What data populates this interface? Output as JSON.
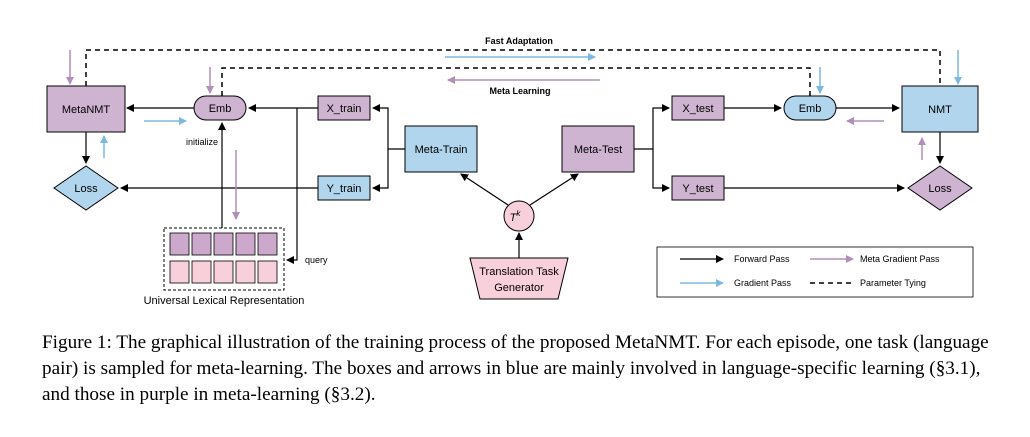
{
  "colors": {
    "purple": "#d5bad5",
    "purple_arrow": "#b08fb8",
    "blue": "#b1d5ec",
    "blue_arrow": "#7cb8e0",
    "pink": "#f8d0dc",
    "mauve": "#cba8cc"
  },
  "nodes": {
    "metanmt": "MetaNMT",
    "emb_left": "Emb",
    "x_train": "X_train",
    "y_train": "Y_train",
    "meta_train": "Meta-Train",
    "meta_test": "Meta-Test",
    "task": "T",
    "task_sup": "k",
    "x_test": "X_test",
    "y_test": "Y_test",
    "emb_right": "Emb",
    "nmt": "NMT",
    "loss_left": "Loss",
    "loss_right": "Loss",
    "generator_line1": "Translation Task",
    "generator_line2": "Generator"
  },
  "labels": {
    "fast_adaptation": "Fast Adaptation",
    "meta_learning": "Meta Learning",
    "initialize": "initialize",
    "query": "query",
    "ulr": "Universal Lexical Representation"
  },
  "legend": {
    "forward": "Forward Pass",
    "meta_gradient": "Meta Gradient Pass",
    "gradient": "Gradient Pass",
    "tying": "Parameter Tying"
  },
  "caption": "Figure 1: The graphical illustration of the training process of the proposed MetaNMT. For each episode, one task (language pair) is sampled for meta-learning. The boxes and arrows in blue are mainly involved in language-specific learning (§3.1), and those in purple in meta-learning (§3.2)."
}
